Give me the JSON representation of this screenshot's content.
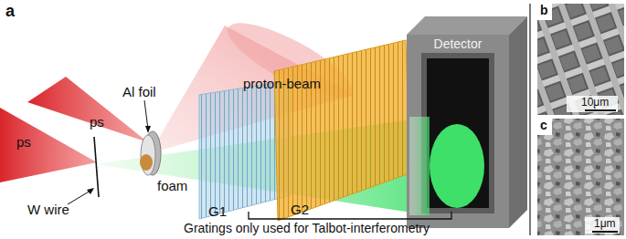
{
  "diagram": {
    "nodes": [
      {
        "text": [
          "Detector"
        ]
      }
    ],
    "labels": [
      "a",
      "ps",
      "ps",
      "Al foil",
      "proton-beam",
      "foam",
      "W wire",
      "G1",
      "G2",
      "Gratings only used for Talbot-interferometry",
      "b",
      "10μm",
      "c",
      "1μm"
    ]
  }
}
